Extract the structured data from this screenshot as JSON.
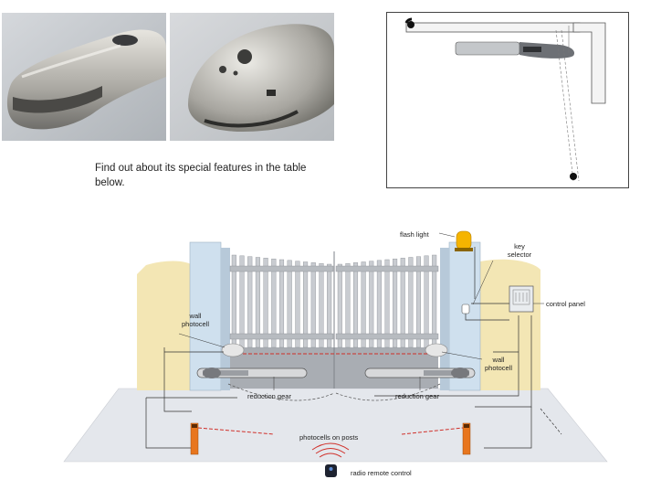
{
  "intro_text": "Find out about its special features in the table below.",
  "photos": [
    {
      "name": "operator-photo-side"
    },
    {
      "name": "operator-photo-front"
    }
  ],
  "diagram_labels": {
    "flash_light": "flash light",
    "key_selector_line1": "key",
    "key_selector_line2": "selector",
    "control_panel": "control panel",
    "wall_photocell_left_line1": "wall",
    "wall_photocell_left_line2": "photocell",
    "wall_photocell_right_line1": "wall",
    "wall_photocell_right_line2": "photocell",
    "reduction_gear_left": "reduction gear",
    "reduction_gear_right": "reduction gear",
    "photocells_on_posts": "photocells on posts",
    "radio_remote_control": "radio remote control"
  },
  "colors": {
    "wall": "#f3e6b4",
    "ground": "#e4e7ec",
    "pillar": "#cfe0ee",
    "gate": "#b9bcc2",
    "beam": "#d0302a",
    "post": "#e8761e",
    "flash": "#f5b400"
  }
}
